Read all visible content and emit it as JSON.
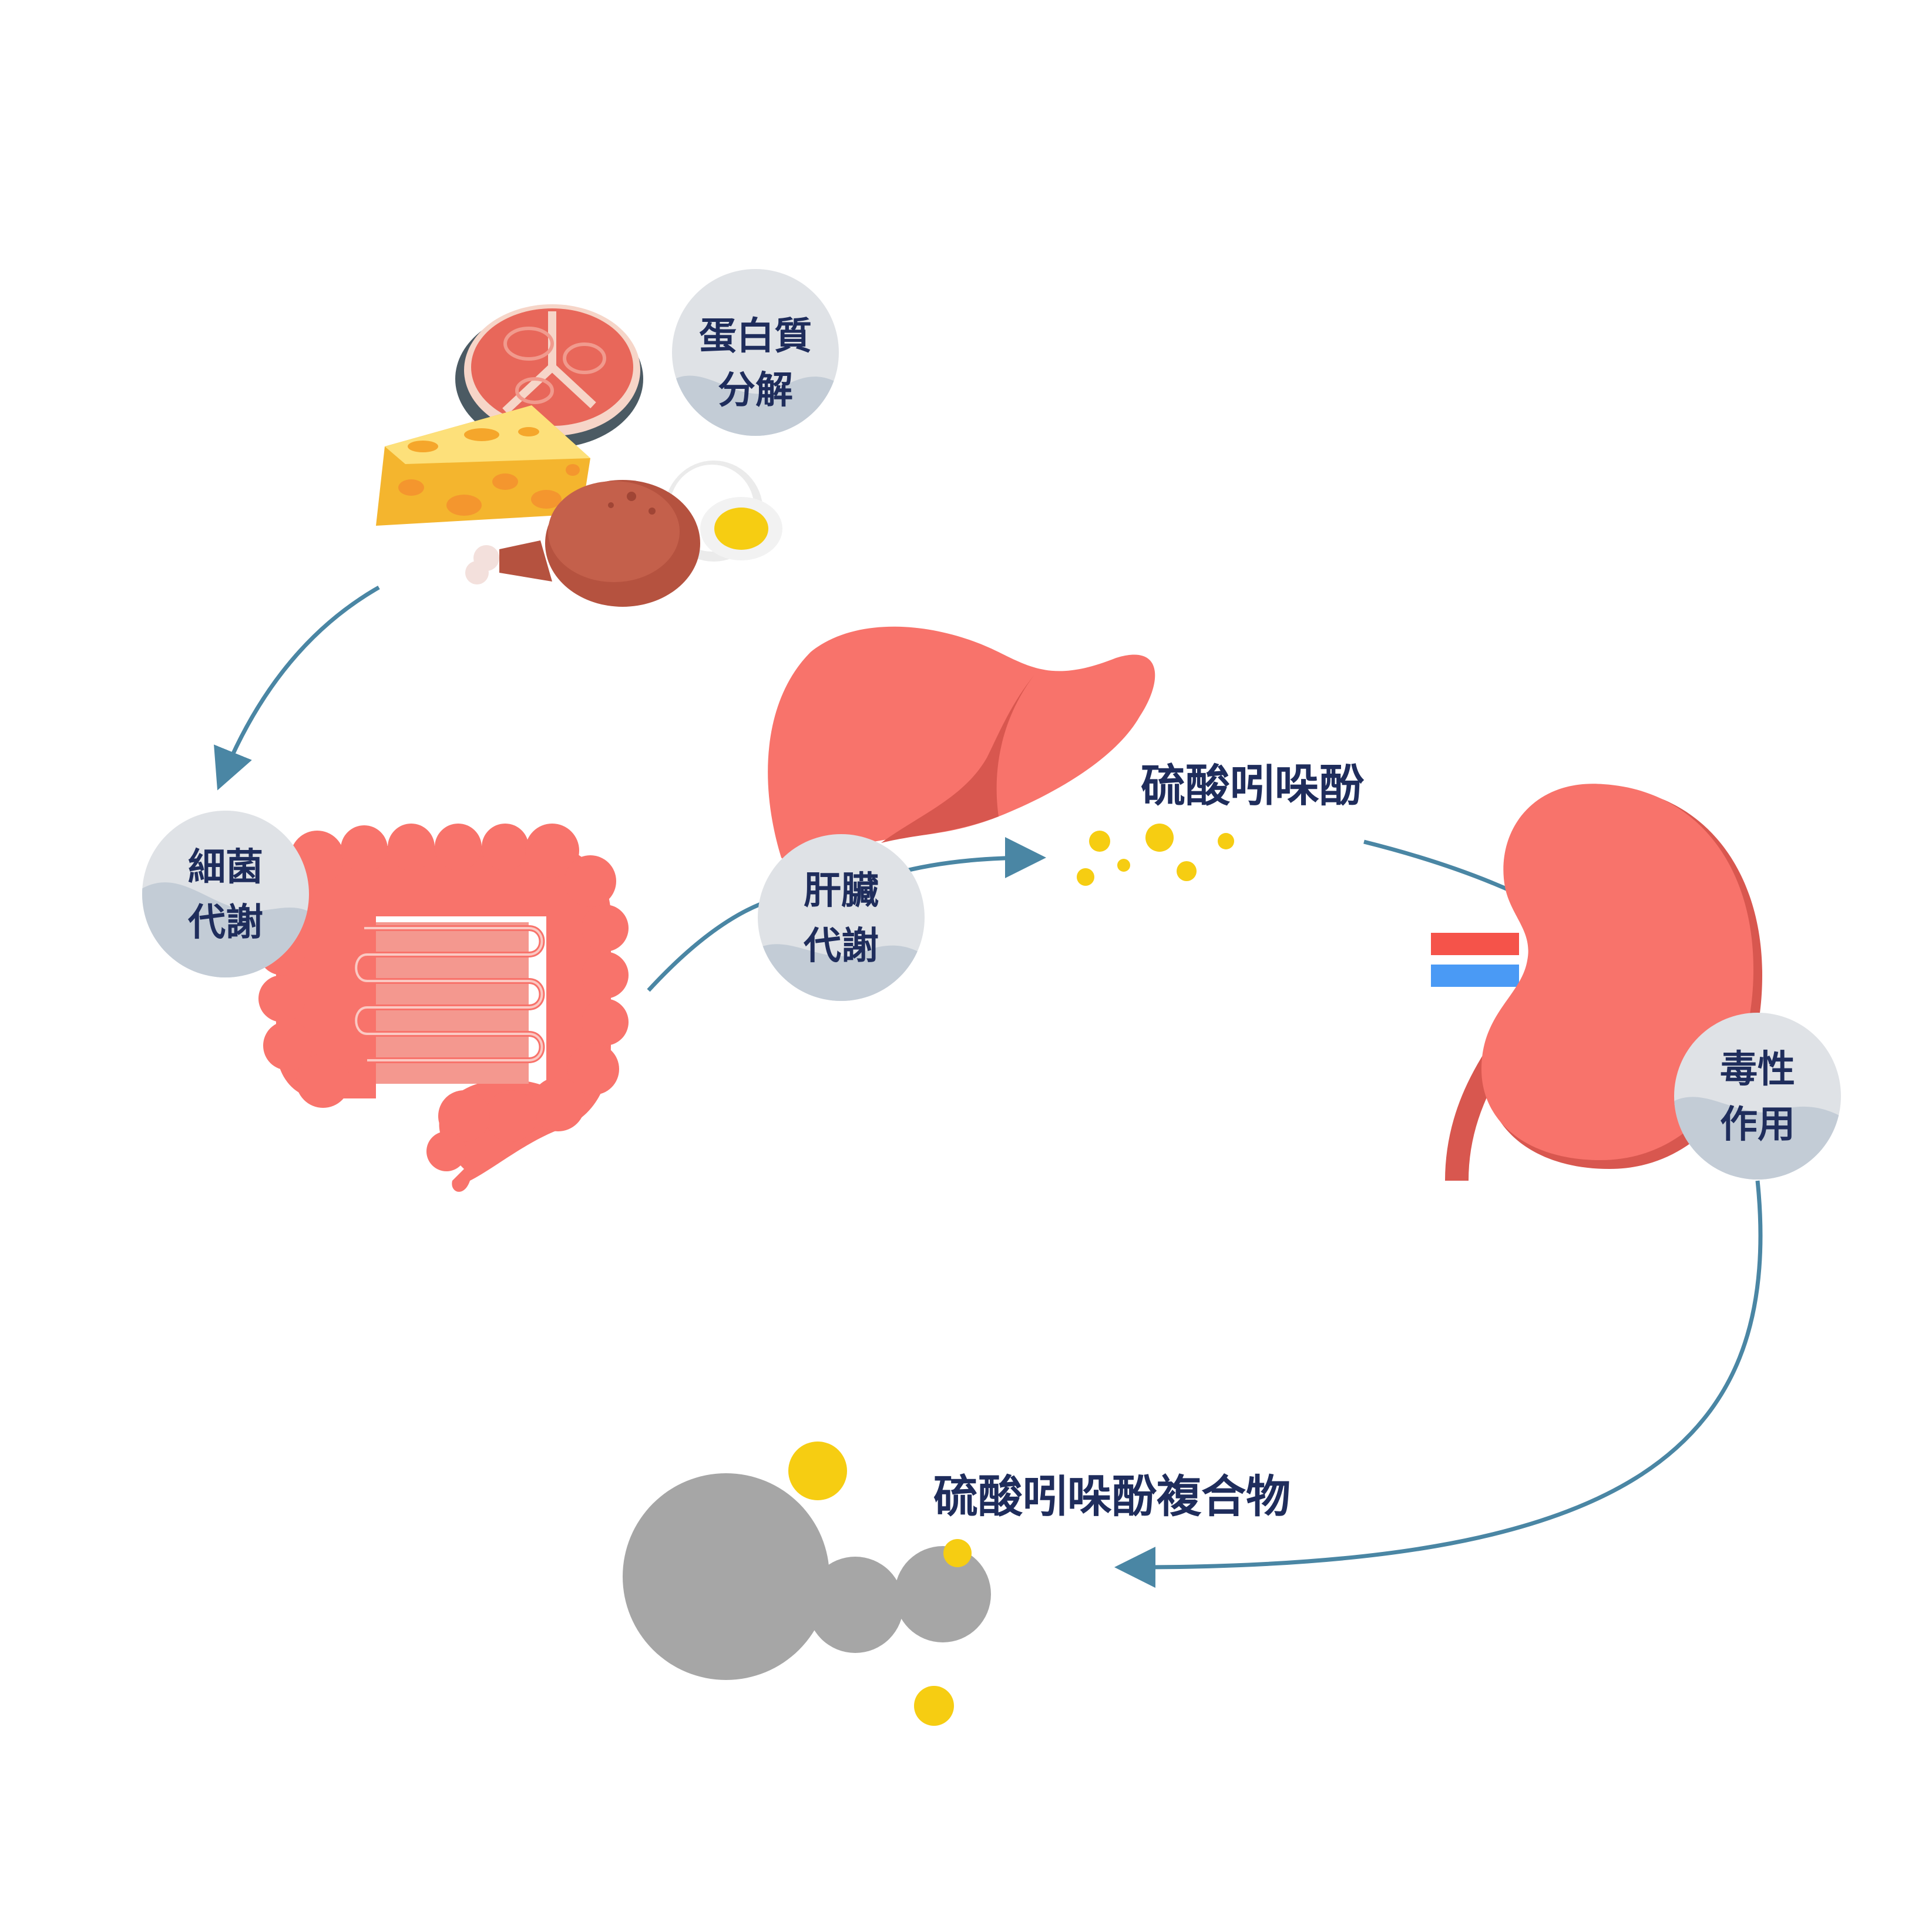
{
  "colors": {
    "background": "#ffffff",
    "label_text": "#1f2d5c",
    "badge_fill": "#dfe2e6",
    "badge_shade": "#c3ccd6",
    "arrow": "#4a86a4",
    "organ_red": "#f8736b",
    "organ_dark": "#d8574f",
    "indoxyl_yellow": "#f6cd12",
    "complex_gray": "#a6a6a6",
    "artery_red": "#f5534a",
    "vein_blue": "#4a9af5"
  },
  "badges": {
    "protein": {
      "line1": "蛋白質",
      "line2": "分解"
    },
    "bacteria": {
      "line1": "細菌",
      "line2": "代謝"
    },
    "liver": {
      "line1": "肝臟",
      "line2": "代謝"
    },
    "toxic": {
      "line1": "毒性",
      "line2": "作用"
    }
  },
  "labels": {
    "indoxyl_sulfate": "硫酸吲哚酚",
    "complex": "硫酸吲哚酚複合物"
  },
  "icons": {
    "food": "protein-food-icon",
    "intestine": "intestine-icon",
    "liver": "liver-icon",
    "kidney": "kidney-icon",
    "molecules": "indoxyl-sulfate-molecules-icon",
    "complex": "protein-bound-complex-icon"
  }
}
